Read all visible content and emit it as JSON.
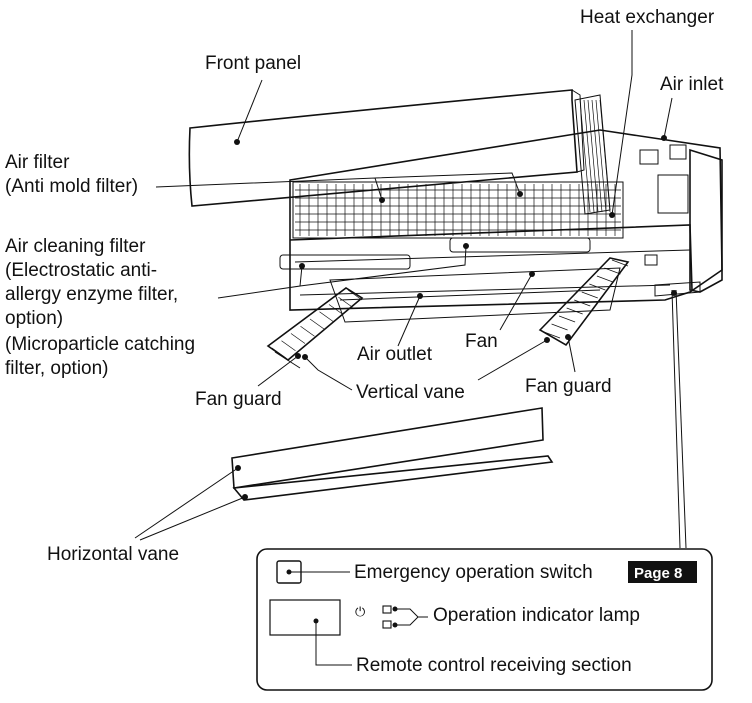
{
  "labels": {
    "heat_exchanger": "Heat exchanger",
    "front_panel": "Front panel",
    "air_inlet": "Air inlet",
    "air_filter_line1": "Air filter",
    "air_filter_line2": "(Anti mold filter)",
    "air_cleaning_line1": "Air cleaning filter",
    "air_cleaning_line2": "(Electrostatic anti-",
    "air_cleaning_line3": "allergy enzyme filter,",
    "air_cleaning_line4": "option)",
    "air_cleaning_line5": "(Microparticle catching",
    "air_cleaning_line6": "filter, option)",
    "air_outlet": "Air outlet",
    "fan": "Fan",
    "fan_guard_left": "Fan guard",
    "vertical_vane": "Vertical vane",
    "fan_guard_right": "Fan guard",
    "horizontal_vane": "Horizontal vane"
  },
  "inset": {
    "emergency_switch": "Emergency operation switch",
    "page_ref": "Page 8",
    "indicator_lamp": "Operation indicator lamp",
    "power_symbol": "⏻",
    "remote_receiver": "Remote control receiving section"
  }
}
